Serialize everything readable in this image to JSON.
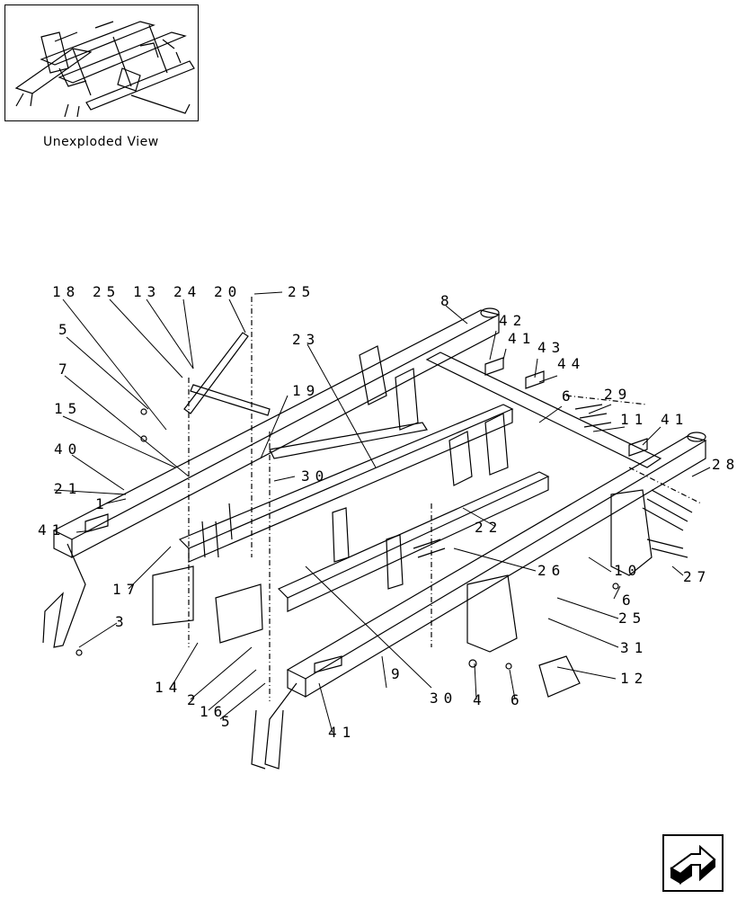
{
  "inset": {
    "caption": "Unexploded View"
  },
  "callouts": [
    {
      "id": "c1",
      "text": "18"
    },
    {
      "id": "c2",
      "text": "25"
    },
    {
      "id": "c3",
      "text": "13"
    },
    {
      "id": "c4",
      "text": "24"
    },
    {
      "id": "c5",
      "text": "20"
    },
    {
      "id": "c6",
      "text": "25"
    },
    {
      "id": "c7",
      "text": "8"
    },
    {
      "id": "c8",
      "text": "5"
    },
    {
      "id": "c9",
      "text": "23"
    },
    {
      "id": "c10",
      "text": "42"
    },
    {
      "id": "c11",
      "text": "41"
    },
    {
      "id": "c12",
      "text": "43"
    },
    {
      "id": "c13",
      "text": "44"
    },
    {
      "id": "c14",
      "text": "7"
    },
    {
      "id": "c15",
      "text": "19"
    },
    {
      "id": "c16",
      "text": "6"
    },
    {
      "id": "c17",
      "text": "29"
    },
    {
      "id": "c18",
      "text": "15"
    },
    {
      "id": "c19",
      "text": "11"
    },
    {
      "id": "c20",
      "text": "41"
    },
    {
      "id": "c21",
      "text": "40"
    },
    {
      "id": "c22",
      "text": "30"
    },
    {
      "id": "c23",
      "text": "28"
    },
    {
      "id": "c24",
      "text": "21"
    },
    {
      "id": "c25",
      "text": "1"
    },
    {
      "id": "c26",
      "text": "22"
    },
    {
      "id": "c27",
      "text": "41"
    },
    {
      "id": "c28",
      "text": "26"
    },
    {
      "id": "c29",
      "text": "10"
    },
    {
      "id": "c30",
      "text": "27"
    },
    {
      "id": "c31",
      "text": "17"
    },
    {
      "id": "c32",
      "text": "6"
    },
    {
      "id": "c33",
      "text": "3"
    },
    {
      "id": "c34",
      "text": "25"
    },
    {
      "id": "c35",
      "text": "31"
    },
    {
      "id": "c36",
      "text": "14"
    },
    {
      "id": "c37",
      "text": "12"
    },
    {
      "id": "c38",
      "text": "2"
    },
    {
      "id": "c39",
      "text": "30"
    },
    {
      "id": "c40",
      "text": "9"
    },
    {
      "id": "c41",
      "text": "4"
    },
    {
      "id": "c42",
      "text": "6"
    },
    {
      "id": "c43",
      "text": "16"
    },
    {
      "id": "c44",
      "text": "5"
    },
    {
      "id": "c45",
      "text": "41"
    }
  ],
  "nav": {
    "icon": "next-page-arrow-icon"
  }
}
